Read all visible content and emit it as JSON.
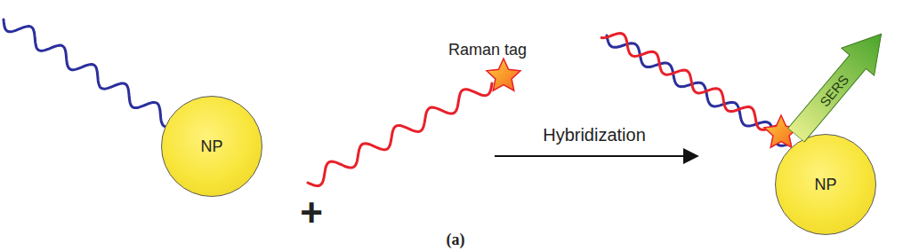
{
  "diagram": {
    "caption": "(a)",
    "nodes": [
      {
        "text": [
          "NP"
        ]
      },
      {
        "text": [
          "NP"
        ]
      },
      {
        "text": [
          "SERS"
        ]
      }
    ],
    "labels": [
      "+",
      "Raman tag",
      "Hybridization"
    ]
  }
}
